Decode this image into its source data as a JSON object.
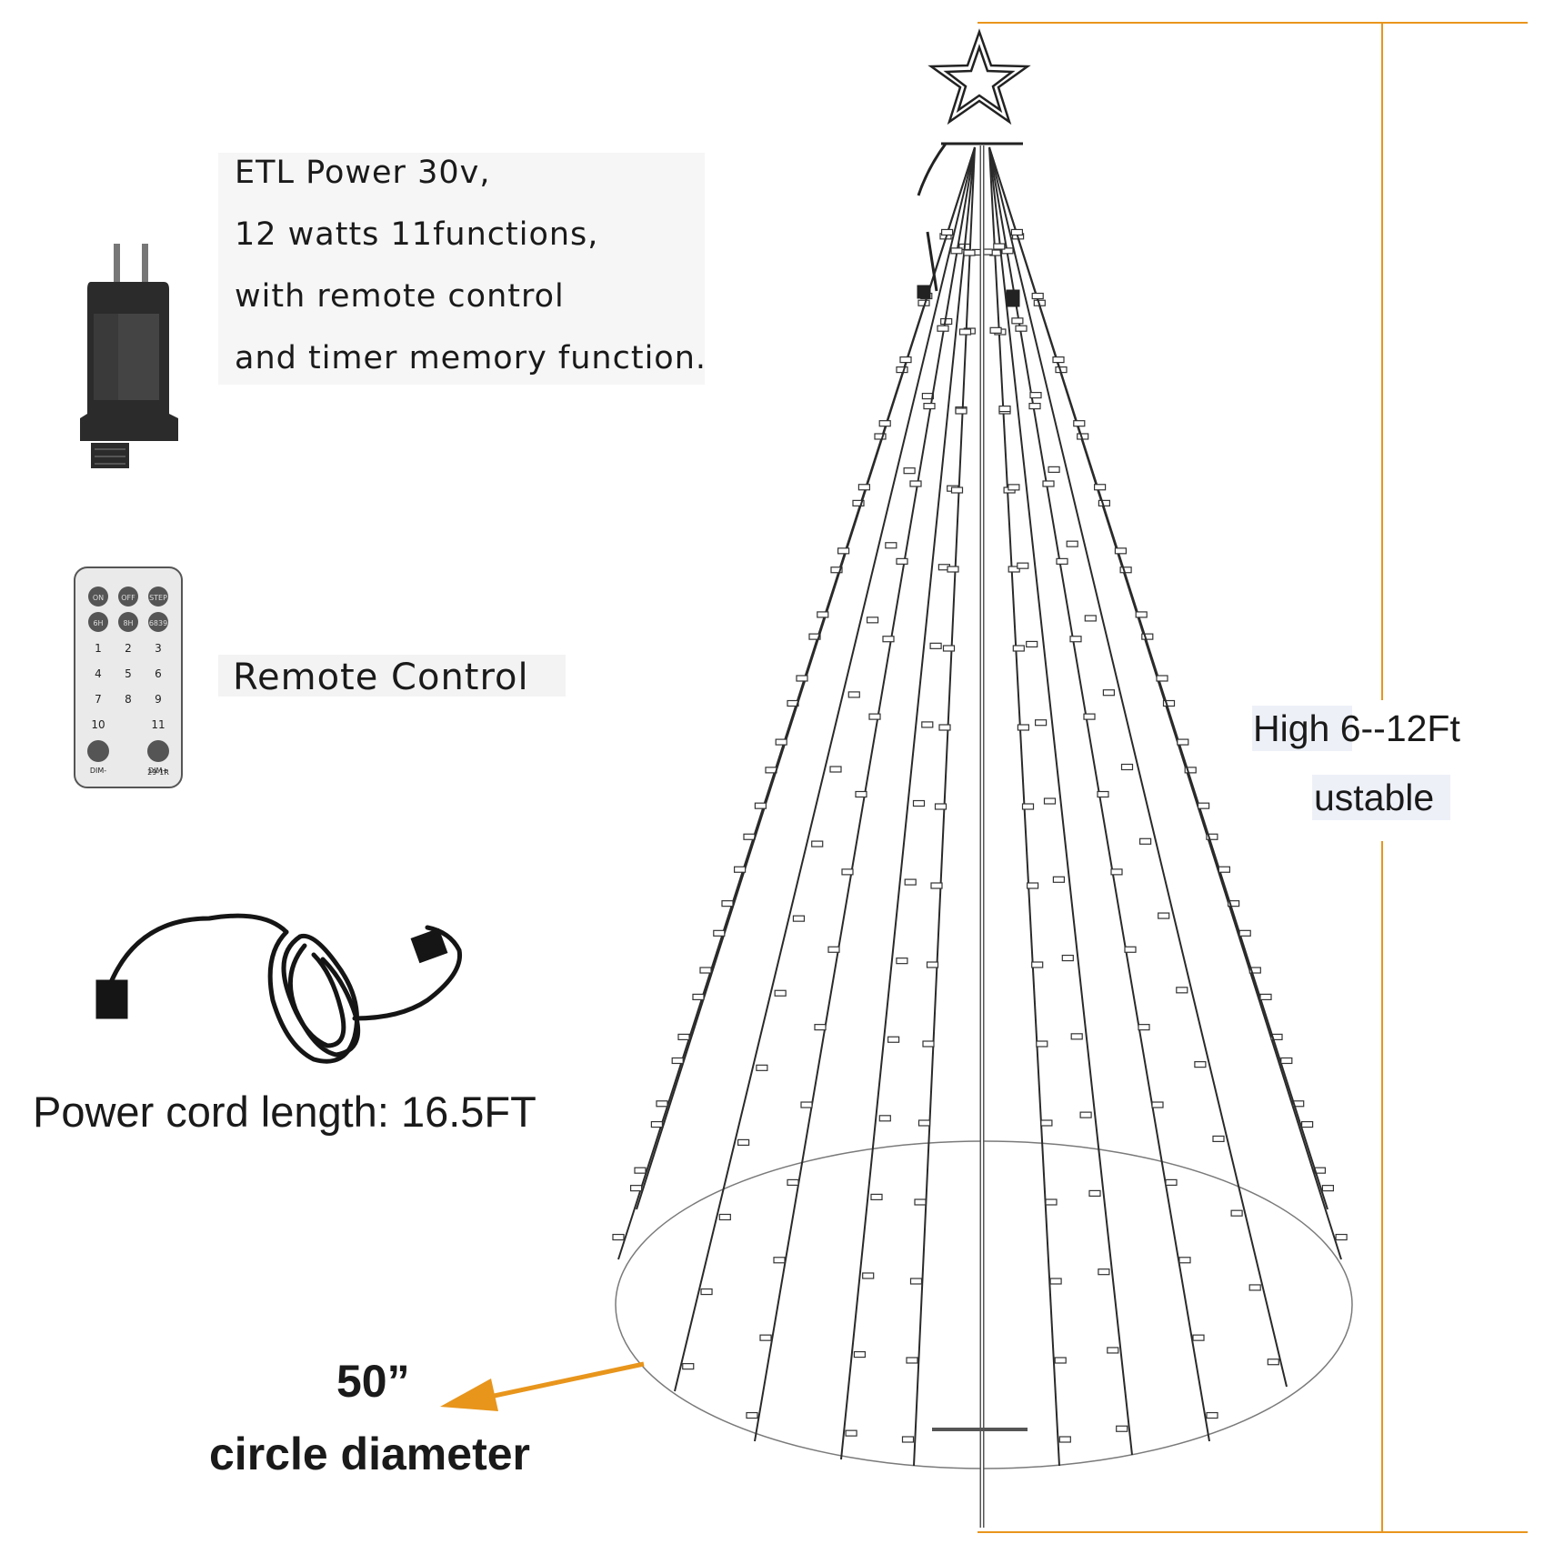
{
  "spec": {
    "lines": [
      "ETL Power 30v,",
      "12 watts 11functions,",
      "with remote control",
      "and timer memory function."
    ]
  },
  "remote": {
    "label": "Remote Control",
    "buttons": [
      "ON",
      "OFF",
      "STEP",
      "6H",
      "8H",
      "6839",
      "1",
      "2",
      "3",
      "4",
      "5",
      "6",
      "7",
      "8",
      "9",
      "10",
      "11",
      "DIM-",
      "DIM+",
      "29-1R"
    ]
  },
  "cord": {
    "label": "Power cord length: 16.5FT"
  },
  "height": {
    "label": "High 6--12Ft",
    "sub": "ustable"
  },
  "diameter": {
    "value": "50”",
    "label": "circle diameter"
  },
  "colors": {
    "accent": "#e8951c",
    "wire": "#2a2a2a"
  }
}
